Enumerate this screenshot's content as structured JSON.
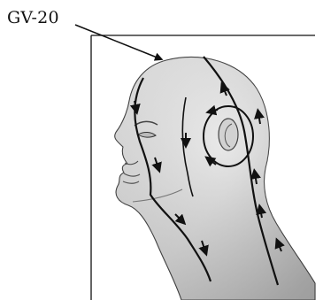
{
  "annotation": {
    "point_label": "GV-20"
  },
  "colors": {
    "ink": "#111111",
    "skin_light": "#f2f2f2",
    "skin_mid": "#cfcfcf",
    "skin_dark": "#8a8a8a"
  },
  "illustration": {
    "subject": "head-and-neck-side-view",
    "arrows": {
      "count": 12
    }
  }
}
